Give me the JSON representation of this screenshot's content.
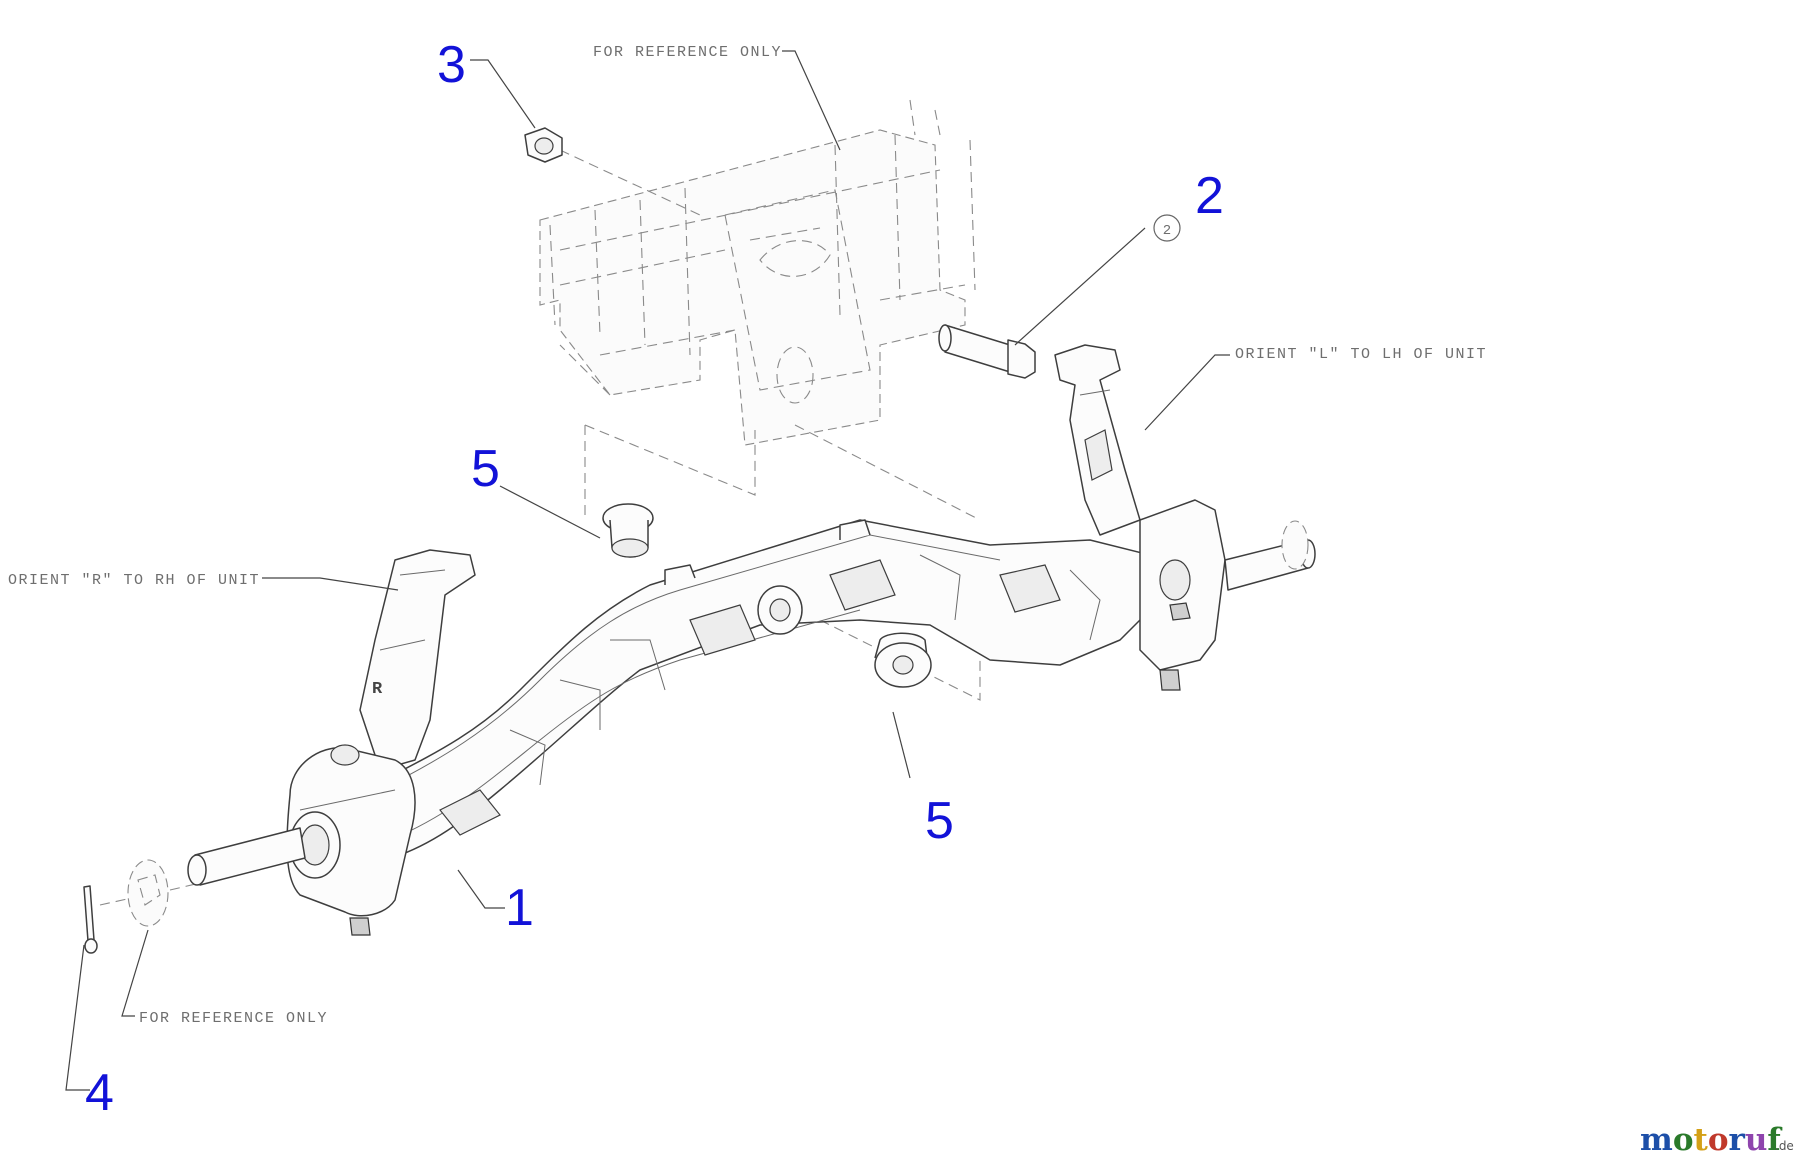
{
  "diagram": {
    "callouts": [
      {
        "id": "1",
        "label": "1"
      },
      {
        "id": "2",
        "label": "2"
      },
      {
        "id": "3",
        "label": "3"
      },
      {
        "id": "4",
        "label": "4"
      },
      {
        "id": "5a",
        "label": "5"
      },
      {
        "id": "5b",
        "label": "5"
      }
    ],
    "notes": {
      "reference_top": "FOR REFERENCE ONLY",
      "reference_bottom": "FOR REFERENCE ONLY",
      "orient_left": "ORIENT \"L\" TO LH OF UNIT",
      "orient_right": "ORIENT \"R\" TO RH OF UNIT"
    },
    "part_marks": {
      "bubble_2": "2",
      "r_mark": "R"
    },
    "colors": {
      "callout": "#1212d8",
      "note_text": "#6e6e6e",
      "linework": "#3e3e3e"
    }
  },
  "watermark": {
    "brand": "motoruf",
    "tld": ".de",
    "colors": [
      "#1d4fa8",
      "#2a7a2a",
      "#d4a017",
      "#c0392b",
      "#1d4fa8",
      "#8e44ad",
      "#2a7a2a"
    ]
  }
}
